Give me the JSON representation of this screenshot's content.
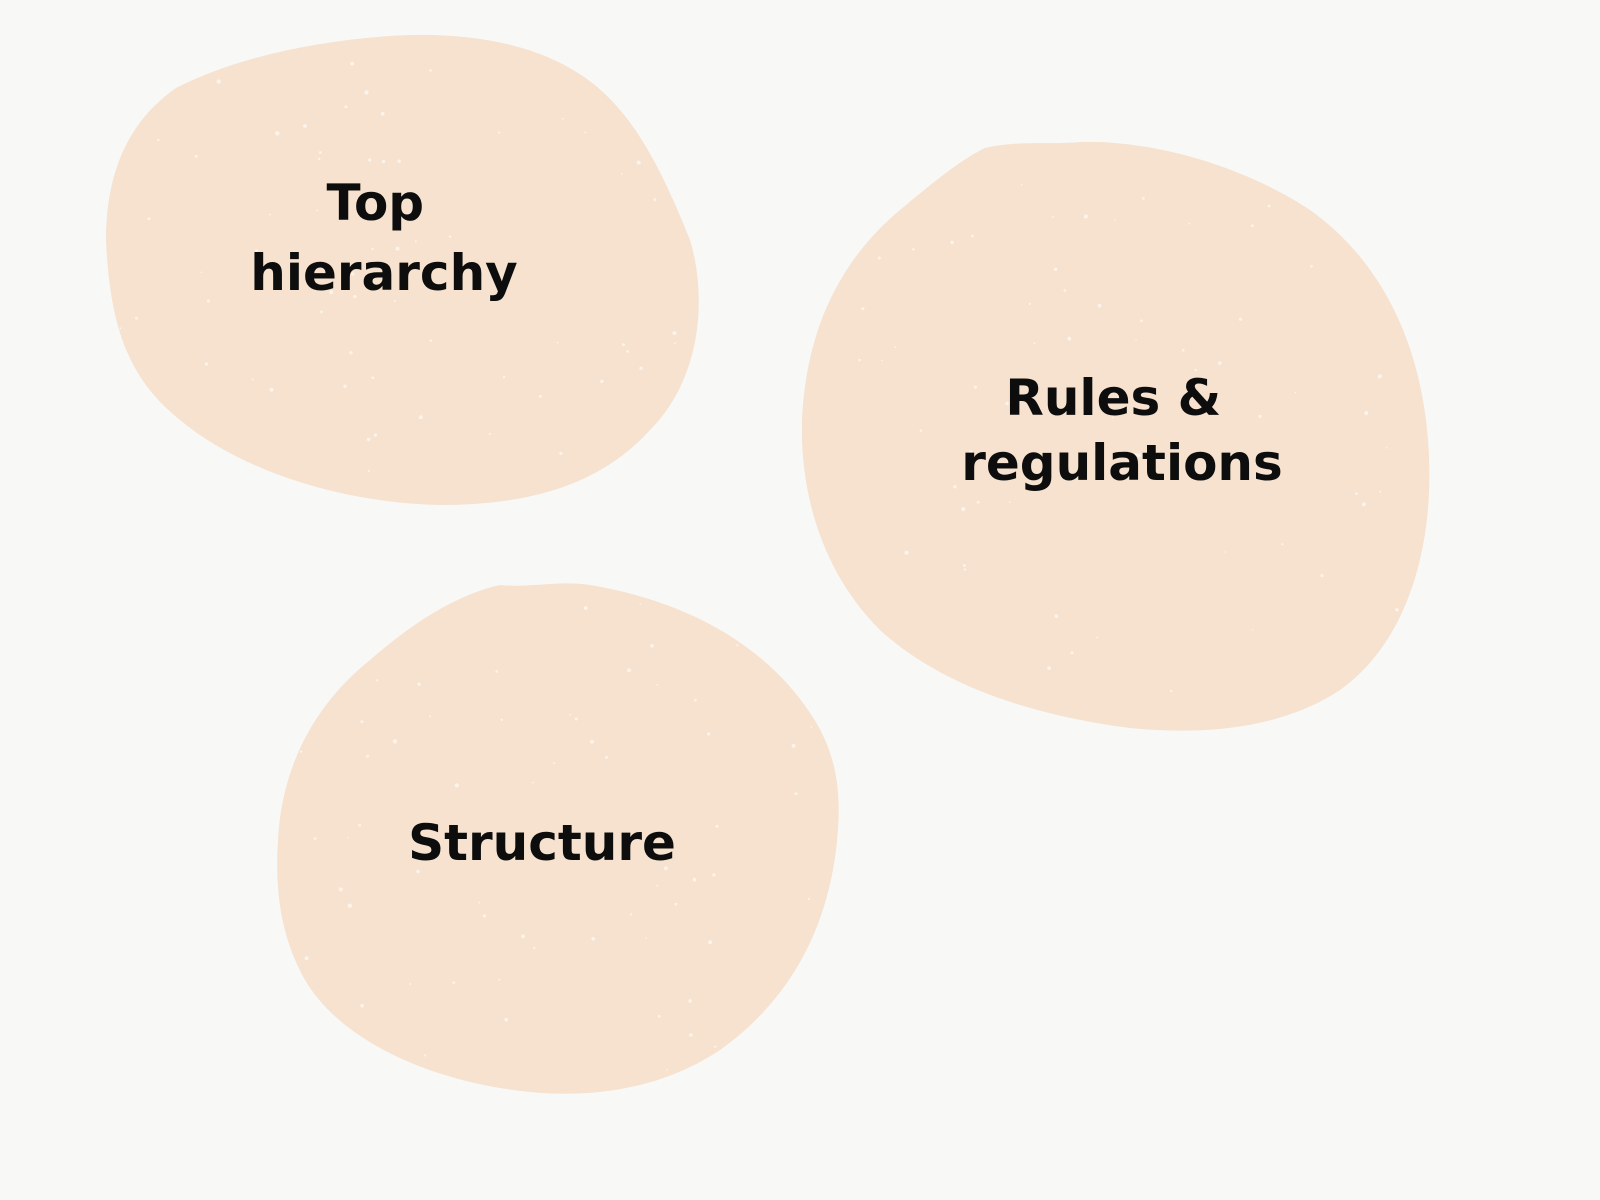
{
  "background_color": "#f8f8f7",
  "blob_color": "#f6e2cf",
  "speckle_color": "#fdf5ec",
  "text_color": "#0d0d0d",
  "blobs": [
    {
      "id": "top-hierarchy",
      "lines": [
        "Top",
        "hierarchy"
      ]
    },
    {
      "id": "rules-regulations",
      "lines": [
        "Rules &",
        "regulations"
      ]
    },
    {
      "id": "structure",
      "lines": [
        "Structure"
      ]
    }
  ]
}
